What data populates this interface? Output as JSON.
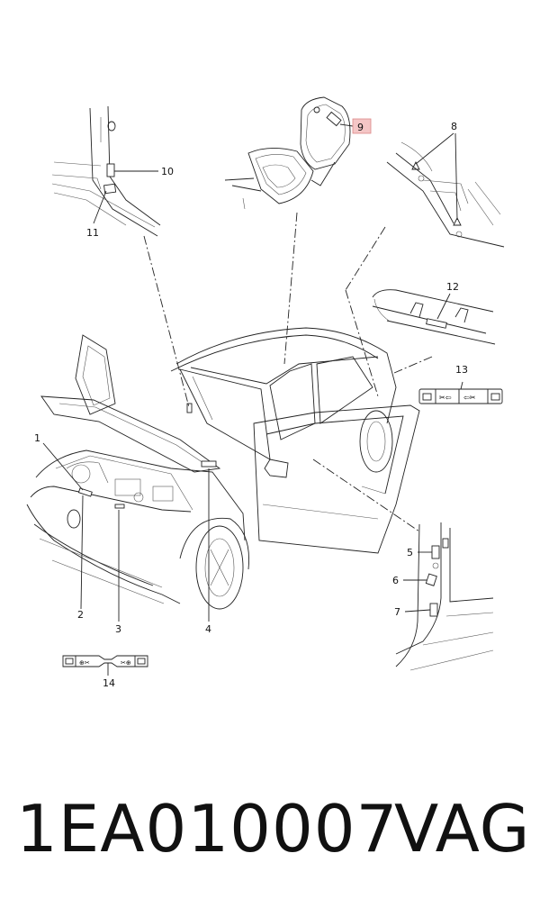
{
  "callouts": [
    {
      "id": "1",
      "text": "1"
    },
    {
      "id": "2",
      "text": "2"
    },
    {
      "id": "3",
      "text": "3"
    },
    {
      "id": "4",
      "text": "4"
    },
    {
      "id": "5",
      "text": "5"
    },
    {
      "id": "6",
      "text": "6"
    },
    {
      "id": "7",
      "text": "7"
    },
    {
      "id": "8",
      "text": "8"
    },
    {
      "id": "9",
      "text": "9"
    },
    {
      "id": "10",
      "text": "10"
    },
    {
      "id": "11",
      "text": "11"
    },
    {
      "id": "12",
      "text": "12"
    },
    {
      "id": "13",
      "text": "13"
    },
    {
      "id": "14",
      "text": "14"
    }
  ],
  "highlight_color": "#f4c6c6",
  "footer": {
    "part_number": "1EA010007",
    "brand": "VAG"
  }
}
